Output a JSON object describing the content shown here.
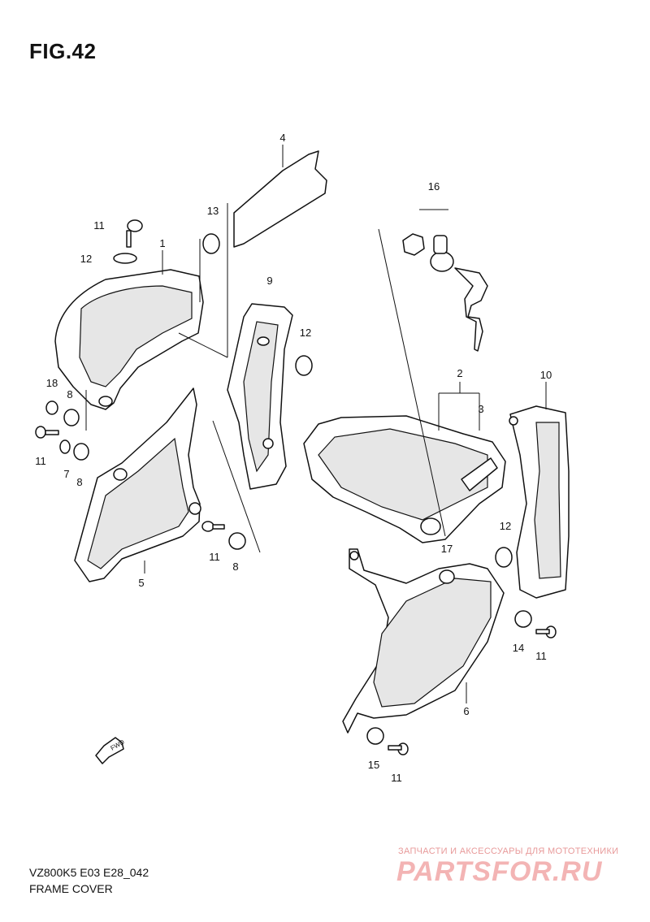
{
  "figure": {
    "title": "FIG.42",
    "model_code": "VZ800K5 E03 E28_042",
    "caption": "FRAME COVER"
  },
  "watermark": {
    "subtitle": "ЗАПЧАСТИ И АКСЕССУАРЫ ДЛЯ МОТОТЕХНИКИ",
    "logo": "PARTSFOR.RU",
    "color": "#e25555"
  },
  "fwd_label": "FWD",
  "callouts": {
    "c1": "1",
    "c2": "2",
    "c3": "3",
    "c4": "4",
    "c5": "5",
    "c6": "6",
    "c7": "7",
    "c8a": "8",
    "c8b": "8",
    "c8c": "8",
    "c9": "9",
    "c10": "10",
    "c11a": "11",
    "c11b": "11",
    "c11c": "11",
    "c11d": "11",
    "c11e": "11",
    "c12a": "12",
    "c12b": "12",
    "c12c": "12",
    "c13": "13",
    "c14": "14",
    "c15": "15",
    "c16": "16",
    "c17": "17",
    "c18": "18"
  }
}
